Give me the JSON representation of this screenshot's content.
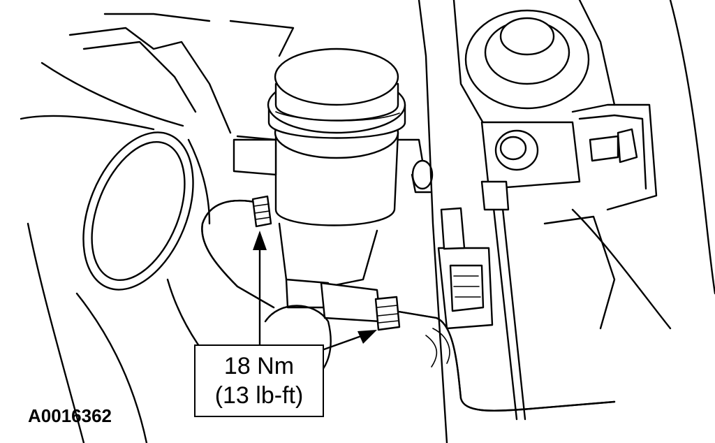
{
  "callout": {
    "torque_metric": "18 Nm",
    "torque_imperial": "(13 lb-ft)"
  },
  "figure_id": "A0016362"
}
